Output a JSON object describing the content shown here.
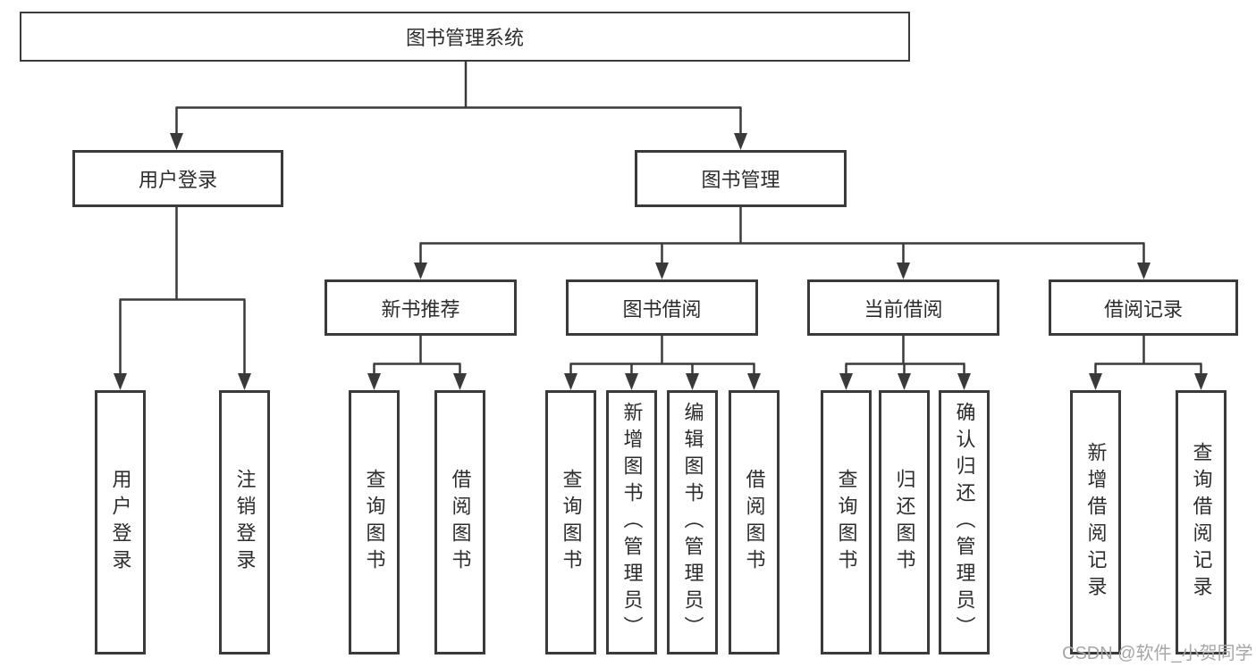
{
  "diagram": {
    "root": {
      "label": "图书管理系统"
    },
    "level2": [
      {
        "label": "用户登录",
        "children": [
          {
            "label": "用户登录"
          },
          {
            "label": "注销登录"
          }
        ]
      },
      {
        "label": "图书管理",
        "children": [
          {
            "label": "新书推荐",
            "children": [
              {
                "label": "查询图书"
              },
              {
                "label": "借阅图书"
              }
            ]
          },
          {
            "label": "图书借阅",
            "children": [
              {
                "label": "查询图书"
              },
              {
                "label": "新增图书（管理员）"
              },
              {
                "label": "编辑图书（管理员）"
              },
              {
                "label": "借阅图书"
              }
            ]
          },
          {
            "label": "当前借阅",
            "children": [
              {
                "label": "查询图书"
              },
              {
                "label": "归还图书"
              },
              {
                "label": "确认归还（管理员）"
              }
            ]
          },
          {
            "label": "借阅记录",
            "children": [
              {
                "label": "新增借阅记录"
              },
              {
                "label": "查询借阅记录"
              }
            ]
          }
        ]
      }
    ]
  },
  "watermark": {
    "text": "CSDN @软件_小贺同学"
  },
  "colors": {
    "line": "#3a3a3a",
    "box_border": "#3a3a3a",
    "text": "#2d2d2d",
    "watermark": "#a6a6a6",
    "background": "#ffffff"
  }
}
